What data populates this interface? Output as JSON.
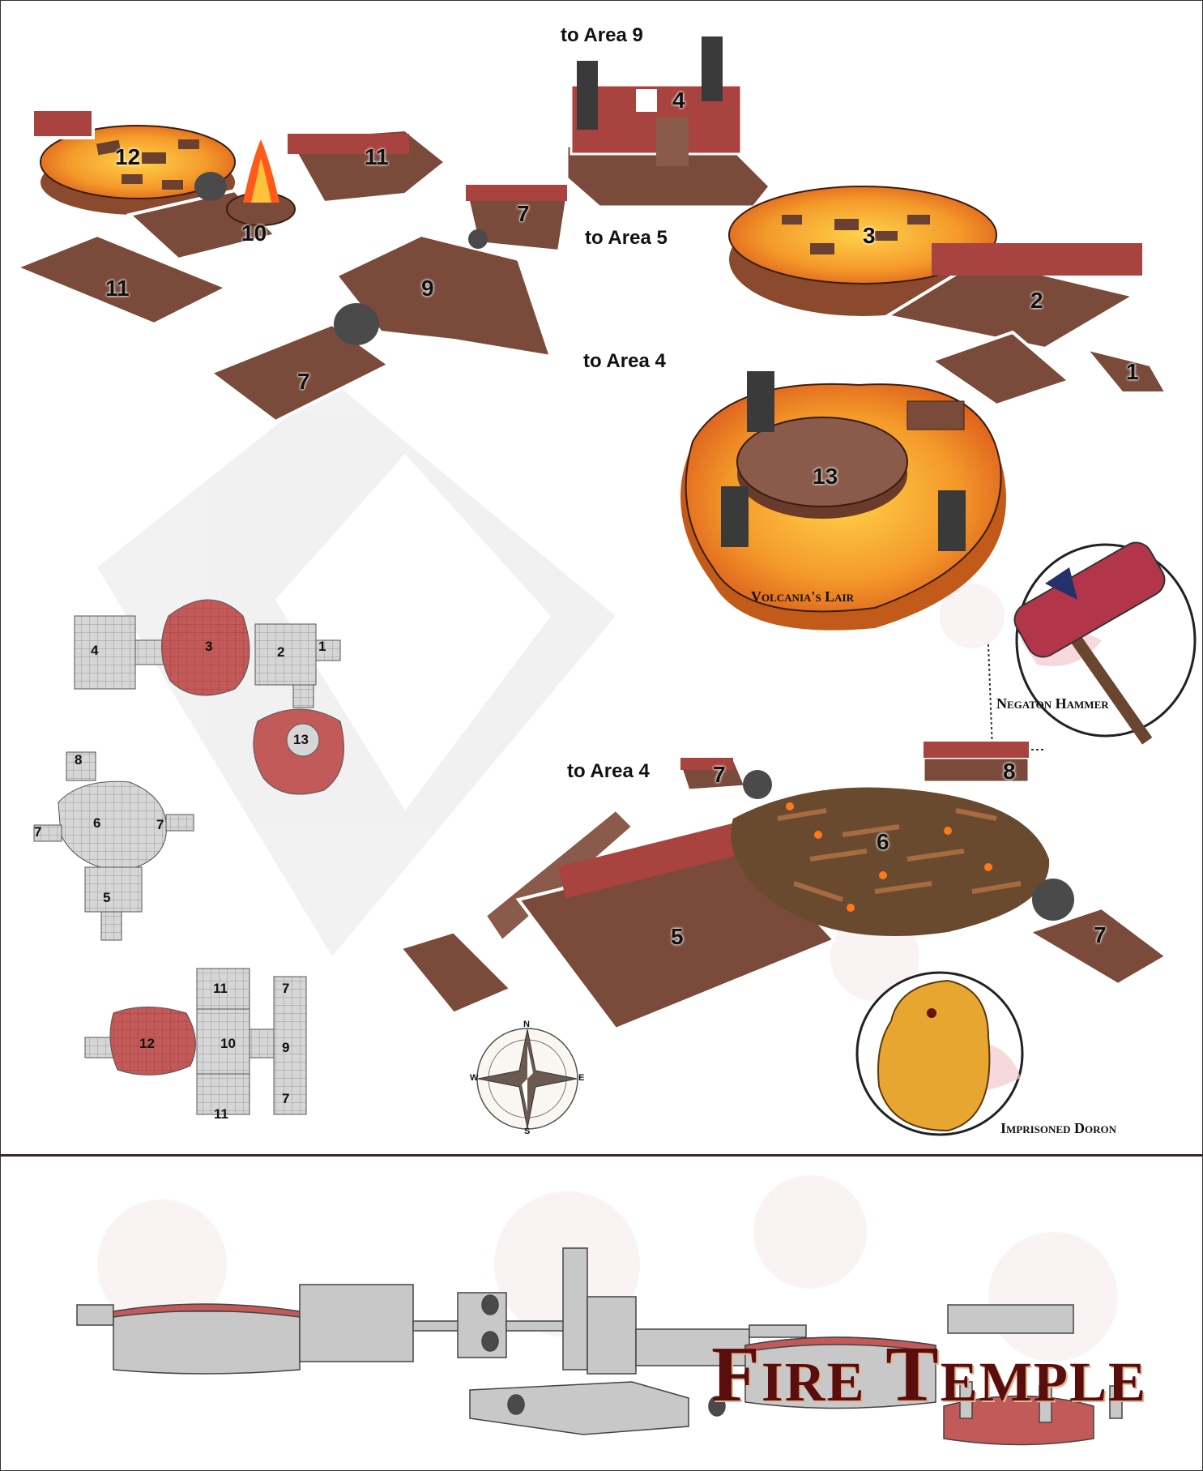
{
  "title": "Fire Temple",
  "exit_labels": {
    "to_area_9": "to Area 9",
    "to_area_5": "to Area 5",
    "to_area_4_top": "to Area 4",
    "to_area_4_bottom": "to Area 4"
  },
  "captions": {
    "lair": "Volcania's Lair",
    "hammer": "Negaton Hammer",
    "doron": "Imprisoned Doron"
  },
  "room_numbers": {
    "r12": "12",
    "r11a": "11",
    "r11b": "11",
    "r10": "10",
    "r7a": "7",
    "r9": "9",
    "r7b": "7",
    "r4": "4",
    "r3": "3",
    "r2": "2",
    "r1": "1",
    "r13": "13",
    "r7c": "7",
    "r8": "8",
    "r6": "6",
    "r5": "5",
    "r7d": "7"
  },
  "minimap_numbers": {
    "m4": "4",
    "m3": "3",
    "m2": "2",
    "m1": "1",
    "m13": "13",
    "m8": "8",
    "m7l": "7",
    "m6": "6",
    "m7r": "7",
    "m5": "5",
    "m11t": "11",
    "m12": "12",
    "m10": "10",
    "m9": "9",
    "m7t": "7",
    "m7b": "7",
    "m11b": "11"
  },
  "compass": {
    "n": "N",
    "s": "S",
    "e": "E",
    "w": "W"
  },
  "colors": {
    "lava": "#f0a030",
    "floor": "#7a4a3a",
    "wall": "#a8433f",
    "title": "#5a0d0d",
    "grid": "#d9d9d9"
  }
}
